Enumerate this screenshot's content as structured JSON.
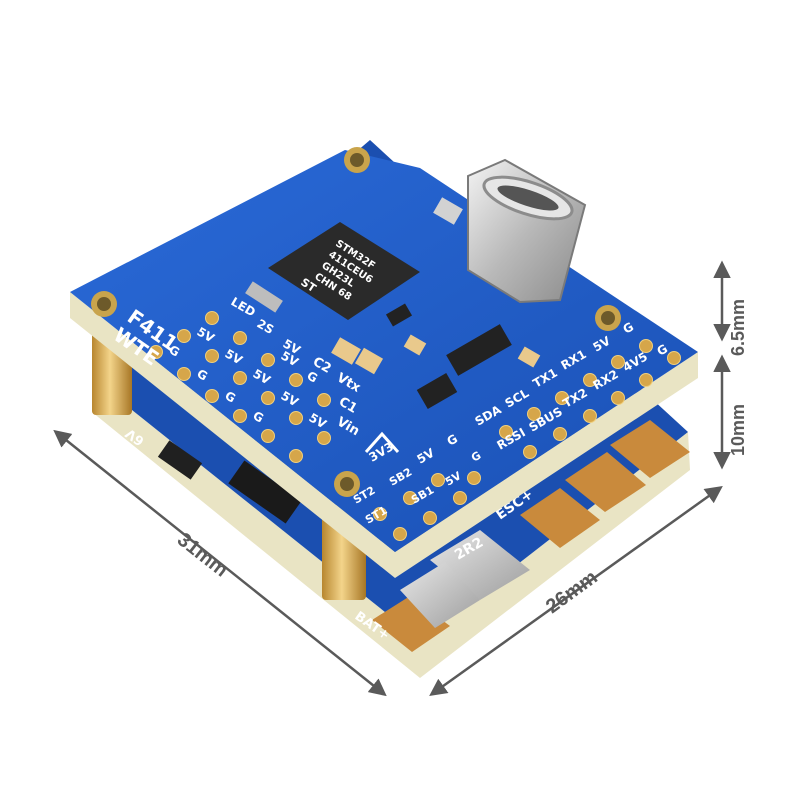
{
  "dimensions": {
    "length": "31mm",
    "width": "26mm",
    "height_total": "10mm",
    "height_upper": "6.5mm"
  },
  "board": {
    "model": "F411",
    "brand": "WTE",
    "chip_lines": [
      "STM32F",
      "411CEU6",
      "GH23L",
      "CHN 68",
      "ST"
    ]
  },
  "pad_labels": {
    "left_col_1": [
      "5V",
      "G",
      "LED"
    ],
    "left_col_2": [
      "5V",
      "G",
      "2S",
      "5V"
    ],
    "left_col_3": [
      "5V",
      "G",
      "5V",
      "G"
    ],
    "left_col_4": [
      "5V",
      "G",
      "5V"
    ],
    "mid": [
      "C2",
      "Vtx",
      "C1",
      "Vin"
    ],
    "mid_2": [
      "3V3",
      "5V",
      "G"
    ],
    "mid_3": [
      "5V",
      "G",
      "SB2",
      "SB1"
    ],
    "right_top": [
      "TX1",
      "RX1",
      "5V",
      "G"
    ],
    "right_2": [
      "TX2",
      "RX2",
      "4V5",
      "G"
    ],
    "right_3": [
      "SDA",
      "SCL",
      "RSSI",
      "SBUS"
    ],
    "bottom": [
      "ST2",
      "ST1",
      "SB2",
      "SB1"
    ],
    "esc": "ESC+",
    "battery": "BAT+",
    "inductor": "2R2",
    "lower_board": "Λ9"
  },
  "colors": {
    "pcb_blue": "#1e5cc8",
    "pcb_edge": "#e9e4c4",
    "pad_gold": "#d6a64a",
    "standoff_gold": "#d9b060",
    "dimension_gray": "#5a5a5a"
  }
}
